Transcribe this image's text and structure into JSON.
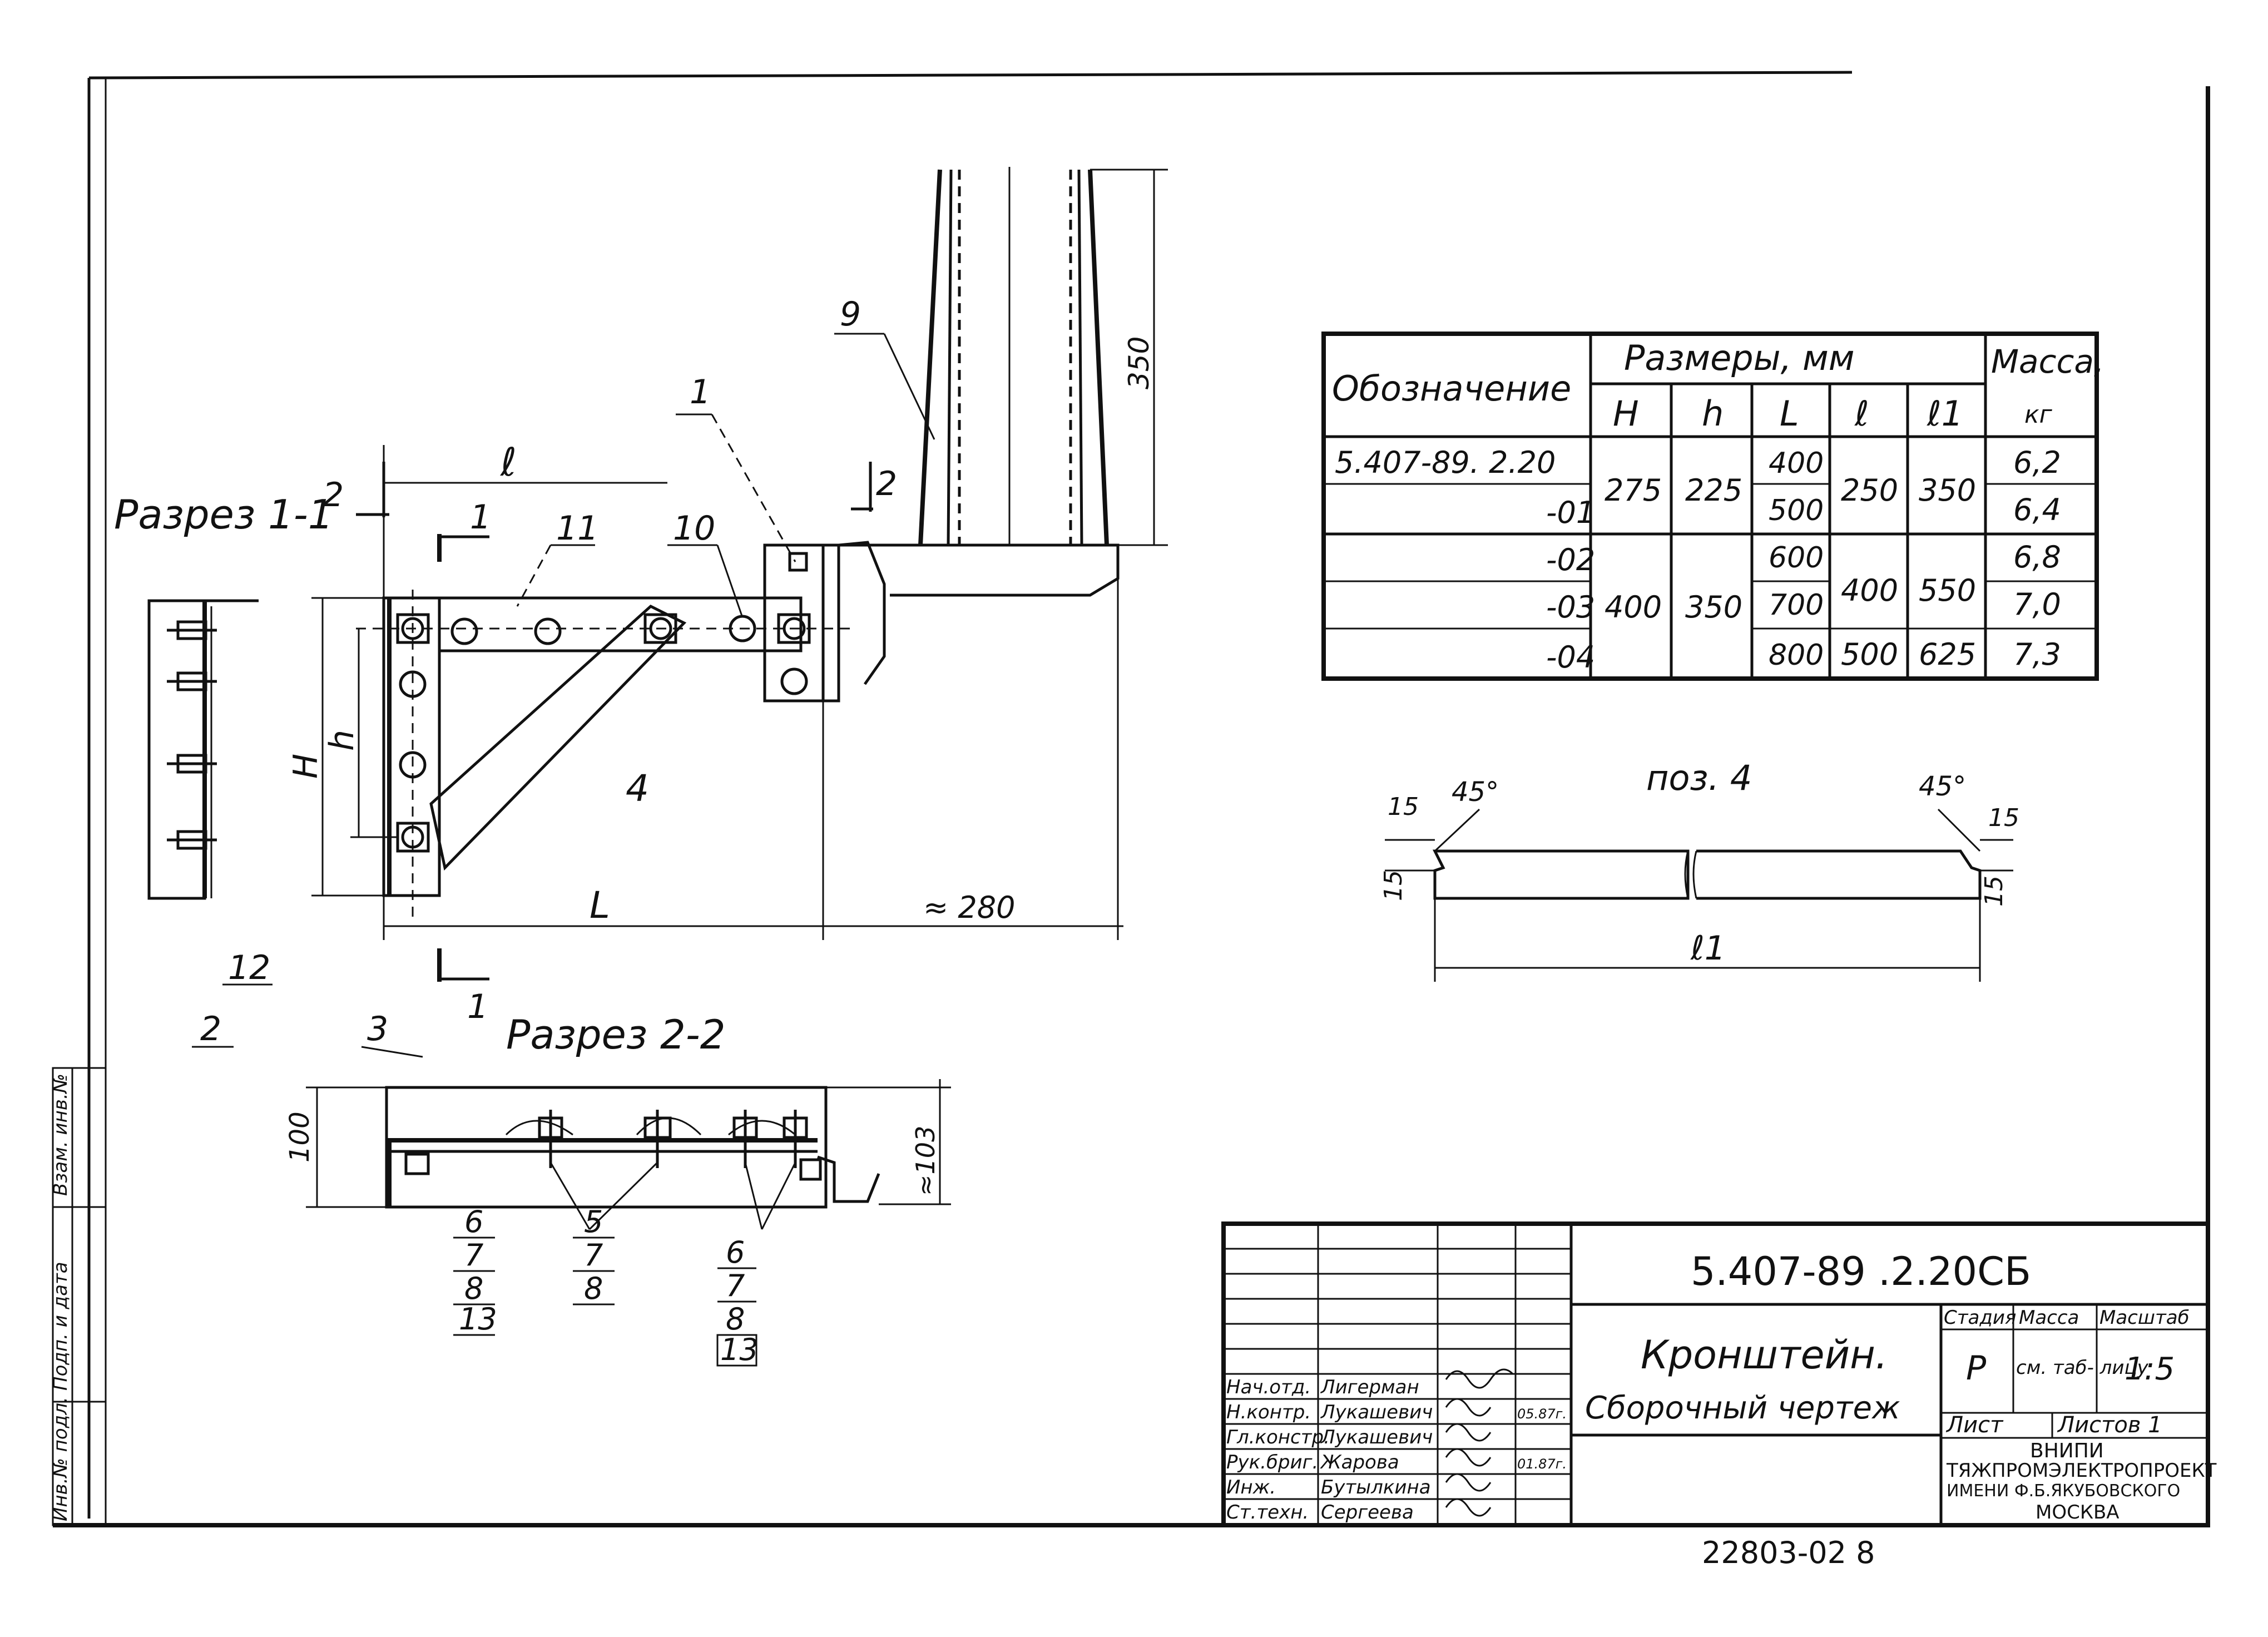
{
  "drawing": {
    "section_11": "Разрез 1-1",
    "section_22": "Разрез 2-2",
    "section_mark_1": "1",
    "section_mark_2": "2",
    "dim_l": "ℓ",
    "dim_H": "H",
    "dim_h": "h",
    "dim_L": "L",
    "dim_280": "≈ 280",
    "dim_350": "350",
    "dim_100": "100",
    "dim_103": "≈103",
    "poz_labels": {
      "p1": "1",
      "p2": "2",
      "p3": "3",
      "p4": "4",
      "p9": "9",
      "p10": "10",
      "p11": "11",
      "p12": "12"
    },
    "stack_left": [
      "6",
      "7",
      "8",
      "13"
    ],
    "stack_mid": [
      "5",
      "7",
      "8"
    ],
    "stack_right": [
      "6",
      "7",
      "8",
      "13"
    ]
  },
  "table": {
    "header_designation": "Обозначение",
    "header_sizes": "Размеры, мм",
    "header_mass": "Масса,",
    "header_mass_unit": "кг",
    "col_H": "H",
    "col_h": "h",
    "col_L": "L",
    "col_l": "ℓ",
    "col_l1": "ℓ1",
    "rows": [
      {
        "designation": "5.407-89. 2.20",
        "L": "400",
        "mass": "6,2"
      },
      {
        "designation": "-01",
        "L": "500",
        "mass": "6,4"
      },
      {
        "designation": "-02",
        "L": "600",
        "mass": "6,8"
      },
      {
        "designation": "-03",
        "L": "700",
        "mass": "7,0"
      },
      {
        "designation": "-04",
        "L": "800",
        "mass": "7,3"
      }
    ],
    "group1": {
      "H": "275",
      "h": "225",
      "l": "250",
      "l1": "350"
    },
    "group2": {
      "H": "400",
      "h": "350",
      "l": "400",
      "l1": "550"
    },
    "group3": {
      "l": "500",
      "l1": "625"
    }
  },
  "detail4": {
    "title": "поз. 4",
    "angle_left": "45°",
    "angle_right": "45°",
    "dim_15a": "15",
    "dim_15b": "15",
    "dim_15c": "15",
    "dim_15d": "15",
    "length": "ℓ1"
  },
  "title_block": {
    "doc_code": "5.407-89 .2.20СБ",
    "name": "Кронштейн.",
    "subtitle": "Сборочный чертеж",
    "col_stage": "Стадия",
    "col_mass": "Масса",
    "col_scale": "Масштаб",
    "stage": "Р",
    "mass_note": "см. таб- лицу",
    "scale": "1:5",
    "sheet": "Лист",
    "sheets": "Листов 1",
    "org": [
      "ВНИПИ",
      "ТЯЖПРОМЭЛЕКТРОПРОЕКТ",
      "ИМЕНИ Ф.Б.ЯКУБОВСКОГО",
      "МОСКВА"
    ],
    "people": [
      {
        "role": "Нач.отд.",
        "name": "Лигерман",
        "date": ""
      },
      {
        "role": "Н.контр.",
        "name": "Лукашевич",
        "date": "05.87г."
      },
      {
        "role": "Гл.констр.",
        "name": "Лукашевич",
        "date": ""
      },
      {
        "role": "Рук.бриг.",
        "name": "Жарова",
        "date": "01.87г."
      },
      {
        "role": "Инж.",
        "name": "Бутылкина",
        "date": ""
      },
      {
        "role": "Ст.техн.",
        "name": "Сергеева",
        "date": ""
      }
    ]
  },
  "margin_labels": [
    "Инв.№ подл.",
    "Подп. и дата",
    "Взам. инв.№"
  ],
  "archive_number": "22803-02 8"
}
